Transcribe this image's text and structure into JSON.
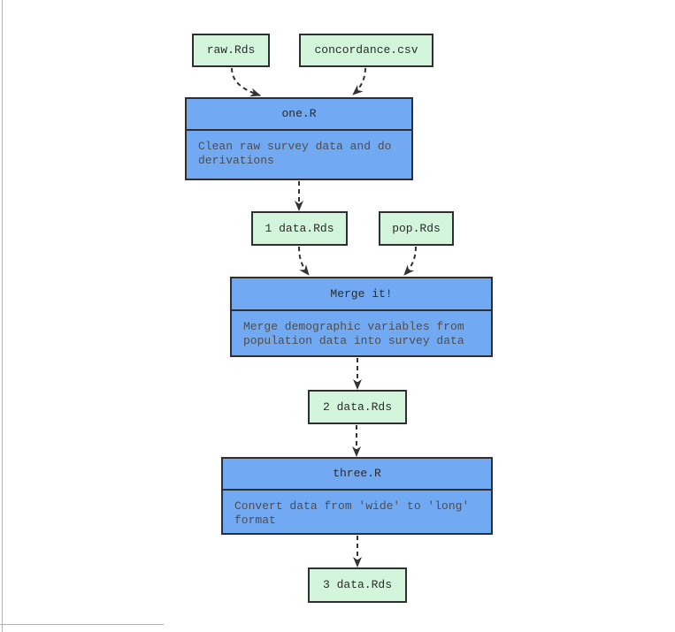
{
  "diagram": {
    "colors": {
      "file_fill": "#d3f5dc",
      "script_fill": "#72a9f3",
      "border": "#2f2f2f",
      "title_text": "#2b2b2b",
      "desc_text": "#4d4d4d",
      "arrow": "#333333",
      "frame_border": "#b3b3b3"
    },
    "file_nodes": [
      {
        "id": "raw",
        "label": "raw.Rds"
      },
      {
        "id": "conc",
        "label": "concordance.csv"
      },
      {
        "id": "data1",
        "label": "1 data.Rds"
      },
      {
        "id": "pop",
        "label": "pop.Rds"
      },
      {
        "id": "data2",
        "label": "2 data.Rds"
      },
      {
        "id": "data3",
        "label": "3 data.Rds"
      }
    ],
    "script_nodes": [
      {
        "id": "one",
        "label": "one.R",
        "description": "Clean raw survey data and do derivations"
      },
      {
        "id": "merge",
        "label": "Merge it!",
        "description": "Merge demographic variables from population data into survey data"
      },
      {
        "id": "three",
        "label": "three.R",
        "description": "Convert data from 'wide' to 'long' format"
      }
    ],
    "edges": [
      {
        "from": "raw.Rds",
        "to": "one.R"
      },
      {
        "from": "concordance.csv",
        "to": "one.R"
      },
      {
        "from": "one.R",
        "to": "1 data.Rds"
      },
      {
        "from": "1 data.Rds",
        "to": "Merge it!"
      },
      {
        "from": "pop.Rds",
        "to": "Merge it!"
      },
      {
        "from": "Merge it!",
        "to": "2 data.Rds"
      },
      {
        "from": "2 data.Rds",
        "to": "three.R"
      },
      {
        "from": "three.R",
        "to": "3 data.Rds"
      }
    ]
  }
}
